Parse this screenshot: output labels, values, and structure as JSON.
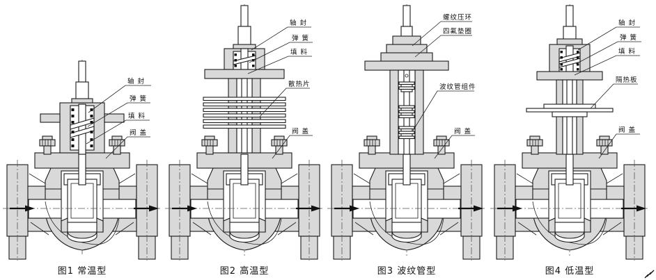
{
  "drawing": {
    "background_color": "#ffffff",
    "line_color": "#1a1a1a",
    "body_fill_color": "#d9d9d9",
    "flow_arrow": {
      "icon": "right-arrow-icon",
      "direction": "right"
    }
  },
  "figures": [
    {
      "caption": "图1 常温型",
      "variant": "standard-temperature-globe-valve",
      "labels": [
        {
          "text": "轴 封"
        },
        {
          "text": "弹 簧"
        },
        {
          "text": "填 料"
        },
        {
          "text": "阀 盖"
        }
      ]
    },
    {
      "caption": "图2 高温型",
      "variant": "high-temperature-globe-valve-with-fins",
      "labels": [
        {
          "text": "轴 封"
        },
        {
          "text": "弹 簧"
        },
        {
          "text": "填 料"
        },
        {
          "text": "散热片"
        },
        {
          "text": "阀 盖"
        }
      ]
    },
    {
      "caption": "图3 波纹管型",
      "variant": "bellows-seal-globe-valve",
      "labels": [
        {
          "text": "螺纹压环"
        },
        {
          "text": "四氟垫圈"
        },
        {
          "text": "波纹管组件"
        },
        {
          "text": "阀 盖"
        }
      ]
    },
    {
      "caption": "图4 低温型",
      "variant": "low-temperature-globe-valve-with-shield",
      "labels": [
        {
          "text": "轴 封"
        },
        {
          "text": "弹 簧"
        },
        {
          "text": "填 料"
        },
        {
          "text": "隔热板"
        },
        {
          "text": "阀 盖"
        }
      ]
    }
  ]
}
